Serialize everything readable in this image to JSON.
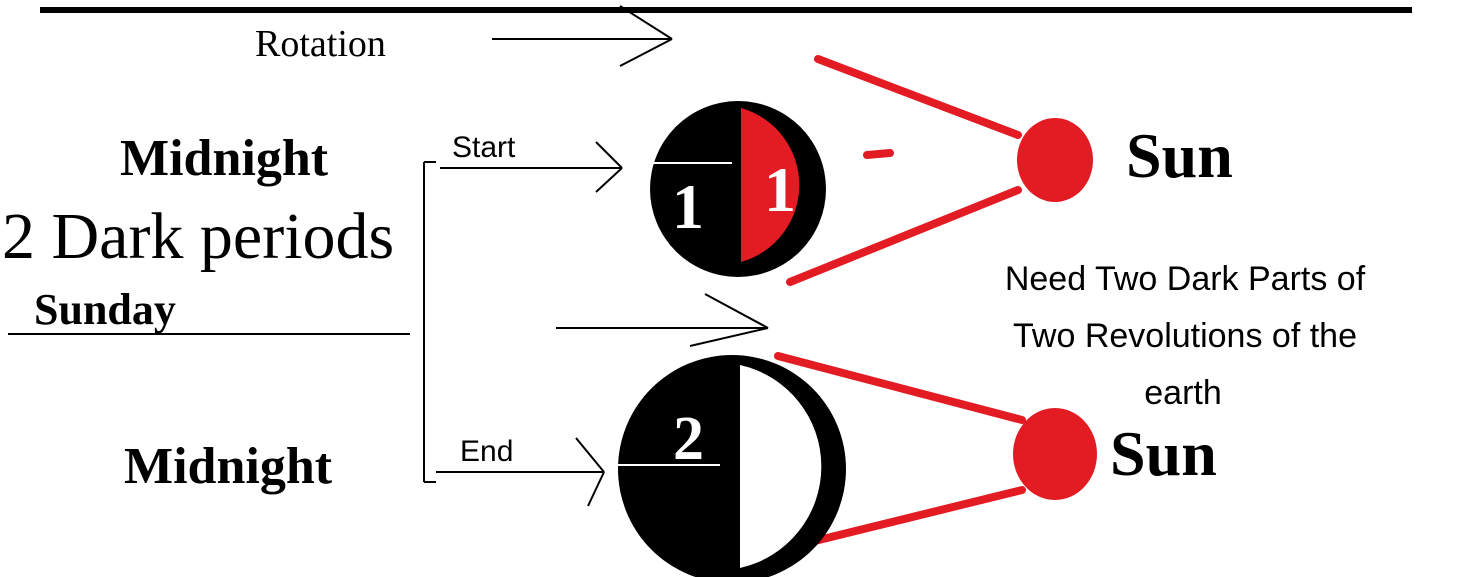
{
  "labels": {
    "rotation": "Rotation",
    "midnight_top": "Midnight",
    "midnight_bottom": "Midnight",
    "dark_periods": "2 Dark periods",
    "sunday": "Sunday",
    "start": "Start",
    "end": "End",
    "sun_top": "Sun",
    "sun_bottom": "Sun",
    "earth_top_dark_number": "1",
    "earth_top_light_number": "1",
    "earth_bottom_dark_number": "2",
    "note_line1": "Need Two Dark Parts of",
    "note_line2": "Two Revolutions of the",
    "note_line3": "earth"
  },
  "colors": {
    "dark_side": "#000000",
    "lit_side_top": "#e31b23",
    "lit_side_bottom": "#ffffff",
    "sun": "#e31b23",
    "sun_rays": "#e31b23",
    "ink": "#000000"
  }
}
